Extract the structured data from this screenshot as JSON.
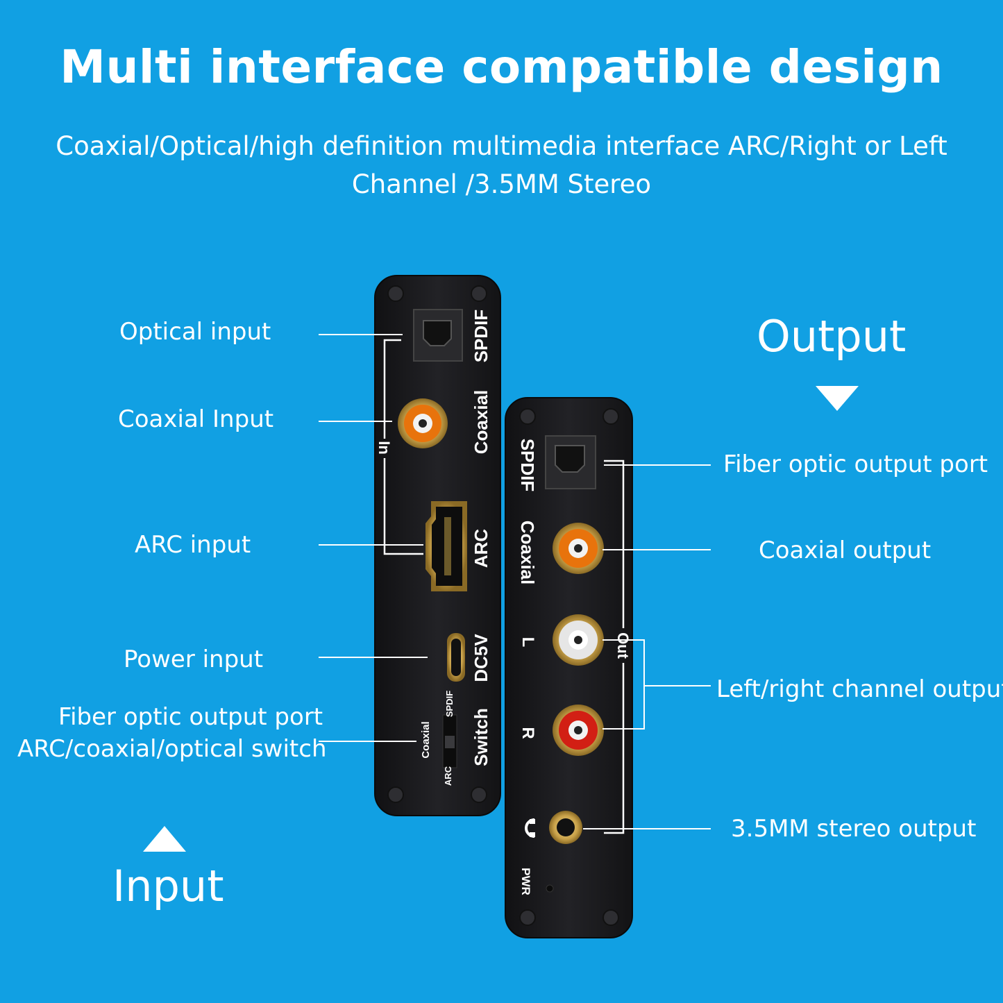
{
  "title": "Multi interface compatible design",
  "subtitle": "Coaxial/Optical/high definition multimedia interface ARC/Right or Left Channel /3.5MM Stereo",
  "input_section": {
    "heading": "Input",
    "labels": {
      "optical": "Optical input",
      "coaxial": "Coaxial Input",
      "arc": "ARC input",
      "power": "Power input",
      "switch_line1": "Fiber optic output port",
      "switch_line2": "ARC/coaxial/optical switch"
    }
  },
  "output_section": {
    "heading": "Output",
    "labels": {
      "fiber": "Fiber optic output port",
      "coaxial": "Coaxial output",
      "lr": "Left/right channel output",
      "stereo": "3.5MM stereo output"
    }
  },
  "device_input": {
    "spdif": "SPDIF",
    "coaxial": "Coaxial",
    "in": "In",
    "arc": "ARC",
    "dc5v": "DC5V",
    "switch": "Switch",
    "sw_coaxial": "Coaxial",
    "sw_spdif": "SPDIF",
    "sw_arc": "ARC"
  },
  "device_output": {
    "spdif": "SPDIF",
    "coaxial": "Coaxial",
    "l": "L",
    "r": "R",
    "out": "Out",
    "pwr": "PWR"
  },
  "colors": {
    "background": "#11a0e3",
    "device": "#1c1c1e",
    "rca_orange": "#e8730c",
    "rca_white": "#e6e6e6",
    "rca_red": "#d21f14",
    "gold": "#c9a24a"
  }
}
